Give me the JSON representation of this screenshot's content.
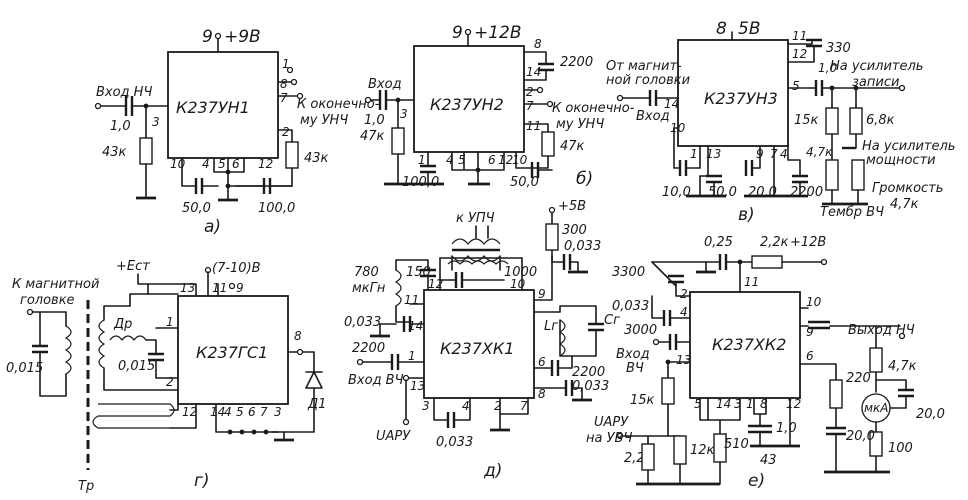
{
  "circuit_a": {
    "chip": "К237УН1",
    "supply": "+9В",
    "supply_pin": "9",
    "input_label": "Вход НЧ",
    "output_label_1": "К оконечно-",
    "output_label_2": "му УНЧ",
    "c_in": "1,0",
    "r_in": "43к",
    "r_out": "43к",
    "c1": "50,0",
    "c2": "100,0",
    "pins": {
      "p1": "1",
      "p8": "8",
      "p7": "7",
      "p2": "2",
      "p3": "3",
      "p10": "10",
      "p4": "4",
      "p5": "5",
      "p6": "6",
      "p12": "12"
    },
    "caption": "а)"
  },
  "circuit_b": {
    "chip": "К237УН2",
    "supply": "+12В",
    "supply_pin": "9",
    "input_label": "Вход",
    "output_label_1": "К оконечно-",
    "output_label_2": "му УНЧ",
    "c_in": "1,0",
    "r_in": "47к",
    "r_out": "47к",
    "c_top": "2200",
    "c1": "100,0",
    "c2": "50,0",
    "pins": {
      "p8": "8",
      "p14": "14",
      "p2": "2",
      "p7": "7",
      "p11": "11",
      "p3": "3",
      "p1": "1",
      "p4": "4",
      "p5": "5",
      "p6": "6",
      "p12": "12",
      "p10": "10"
    },
    "caption": "б)"
  },
  "circuit_c": {
    "chip": "К237УН3",
    "supply": "5В",
    "supply_pin": "8",
    "input_label_1": "От магнит-",
    "input_label_2": "ной головки",
    "input_label_3": "Вход",
    "out1_label_1": "На усилитель",
    "out1_label_2": "записи",
    "out2_label_1": "На усилитель",
    "out2_label_2": "мощности",
    "c_top": "330",
    "c_out": "1,0",
    "r1": "15к",
    "r2": "6,8к",
    "r3": "4,7к",
    "c4": "10,0",
    "c5": "50,0",
    "c6": "20,0",
    "c7": "2200",
    "tone": "Тембр ВЧ",
    "volume_1": "Громкость",
    "volume_2": "4,7к",
    "pins": {
      "p11": "11",
      "p12": "12",
      "p14": "14",
      "p5": "5",
      "p10": "10",
      "p1": "1",
      "p13": "13",
      "p9": "9",
      "p7": "7",
      "p4": "4"
    },
    "caption": "в)"
  },
  "circuit_d": {
    "chip": "К237ГС1",
    "supply": "+Ест",
    "supply_range": "(7-10)В",
    "input_label_1": "К магнитной",
    "input_label_2": "головке",
    "c_left": "0,015",
    "c_mid": "0,015",
    "choke": "Др",
    "diode": "Д1",
    "transformer": "Тр",
    "pins": {
      "p13": "13",
      "p11": "11",
      "p9": "9",
      "p1": "1",
      "p2": "2",
      "p8": "8",
      "p12": "12",
      "p14": "14",
      "p4": "4",
      "p5": "5",
      "p6": "6",
      "p7": "7",
      "p3": "3"
    },
    "caption": "г)"
  },
  "circuit_e": {
    "chip": "К237ХК1",
    "supply": "+5В",
    "top_label": "к УПЧ",
    "inductor_label_1": "780",
    "inductor_label_2": "мкГн",
    "c_150": "150",
    "c_1000": "1000",
    "r_300": "300",
    "c_0033a": "0,033",
    "c_0033b": "0,033",
    "c_0033c": "0,033",
    "c_0033d": "0,033",
    "c_2200a": "2200",
    "c_2200b": "2200",
    "input_label": "Вход ВЧ",
    "lg": "Lг",
    "cg": "Сг",
    "agc": "UАРУ",
    "pins": {
      "p11": "11",
      "p14": "14",
      "p12": "12",
      "p10": "10",
      "p9": "9",
      "p1": "1",
      "p13": "13",
      "p6": "6",
      "p8": "8",
      "p3": "3",
      "p4": "4",
      "p2": "2",
      "p7": "7"
    },
    "caption": "д)"
  },
  "circuit_f": {
    "chip": "К237ХК2",
    "supply": "+12В",
    "c_025": "0,25",
    "r_22k": "2,2к",
    "c_3300": "3300",
    "c_0033": "0,033",
    "c_3000": "3000",
    "input_label_1": "Вход",
    "input_label_2": "ВЧ",
    "output_label": "Выход НЧ",
    "r_47k": "4,7к",
    "r_220": "220",
    "meter": "мкА",
    "c_200a": "20,0",
    "c_200b": "20,0",
    "r_100": "100",
    "r_15k": "15к",
    "agc_1": "UАРУ",
    "agc_2": "на УВЧ",
    "r_22k_b": "2,2к",
    "r_12k": "12к",
    "r_510": "510",
    "c_10": "1,0",
    "r_43": "43",
    "pins": {
      "p11": "11",
      "p2": "2",
      "p4": "4",
      "p13": "13",
      "p10": "10",
      "p9": "9",
      "p6": "6",
      "p5": "5",
      "p14": "14",
      "p3": "3",
      "p1": "1",
      "p8": "8",
      "p12": "12"
    },
    "caption": "е)"
  }
}
